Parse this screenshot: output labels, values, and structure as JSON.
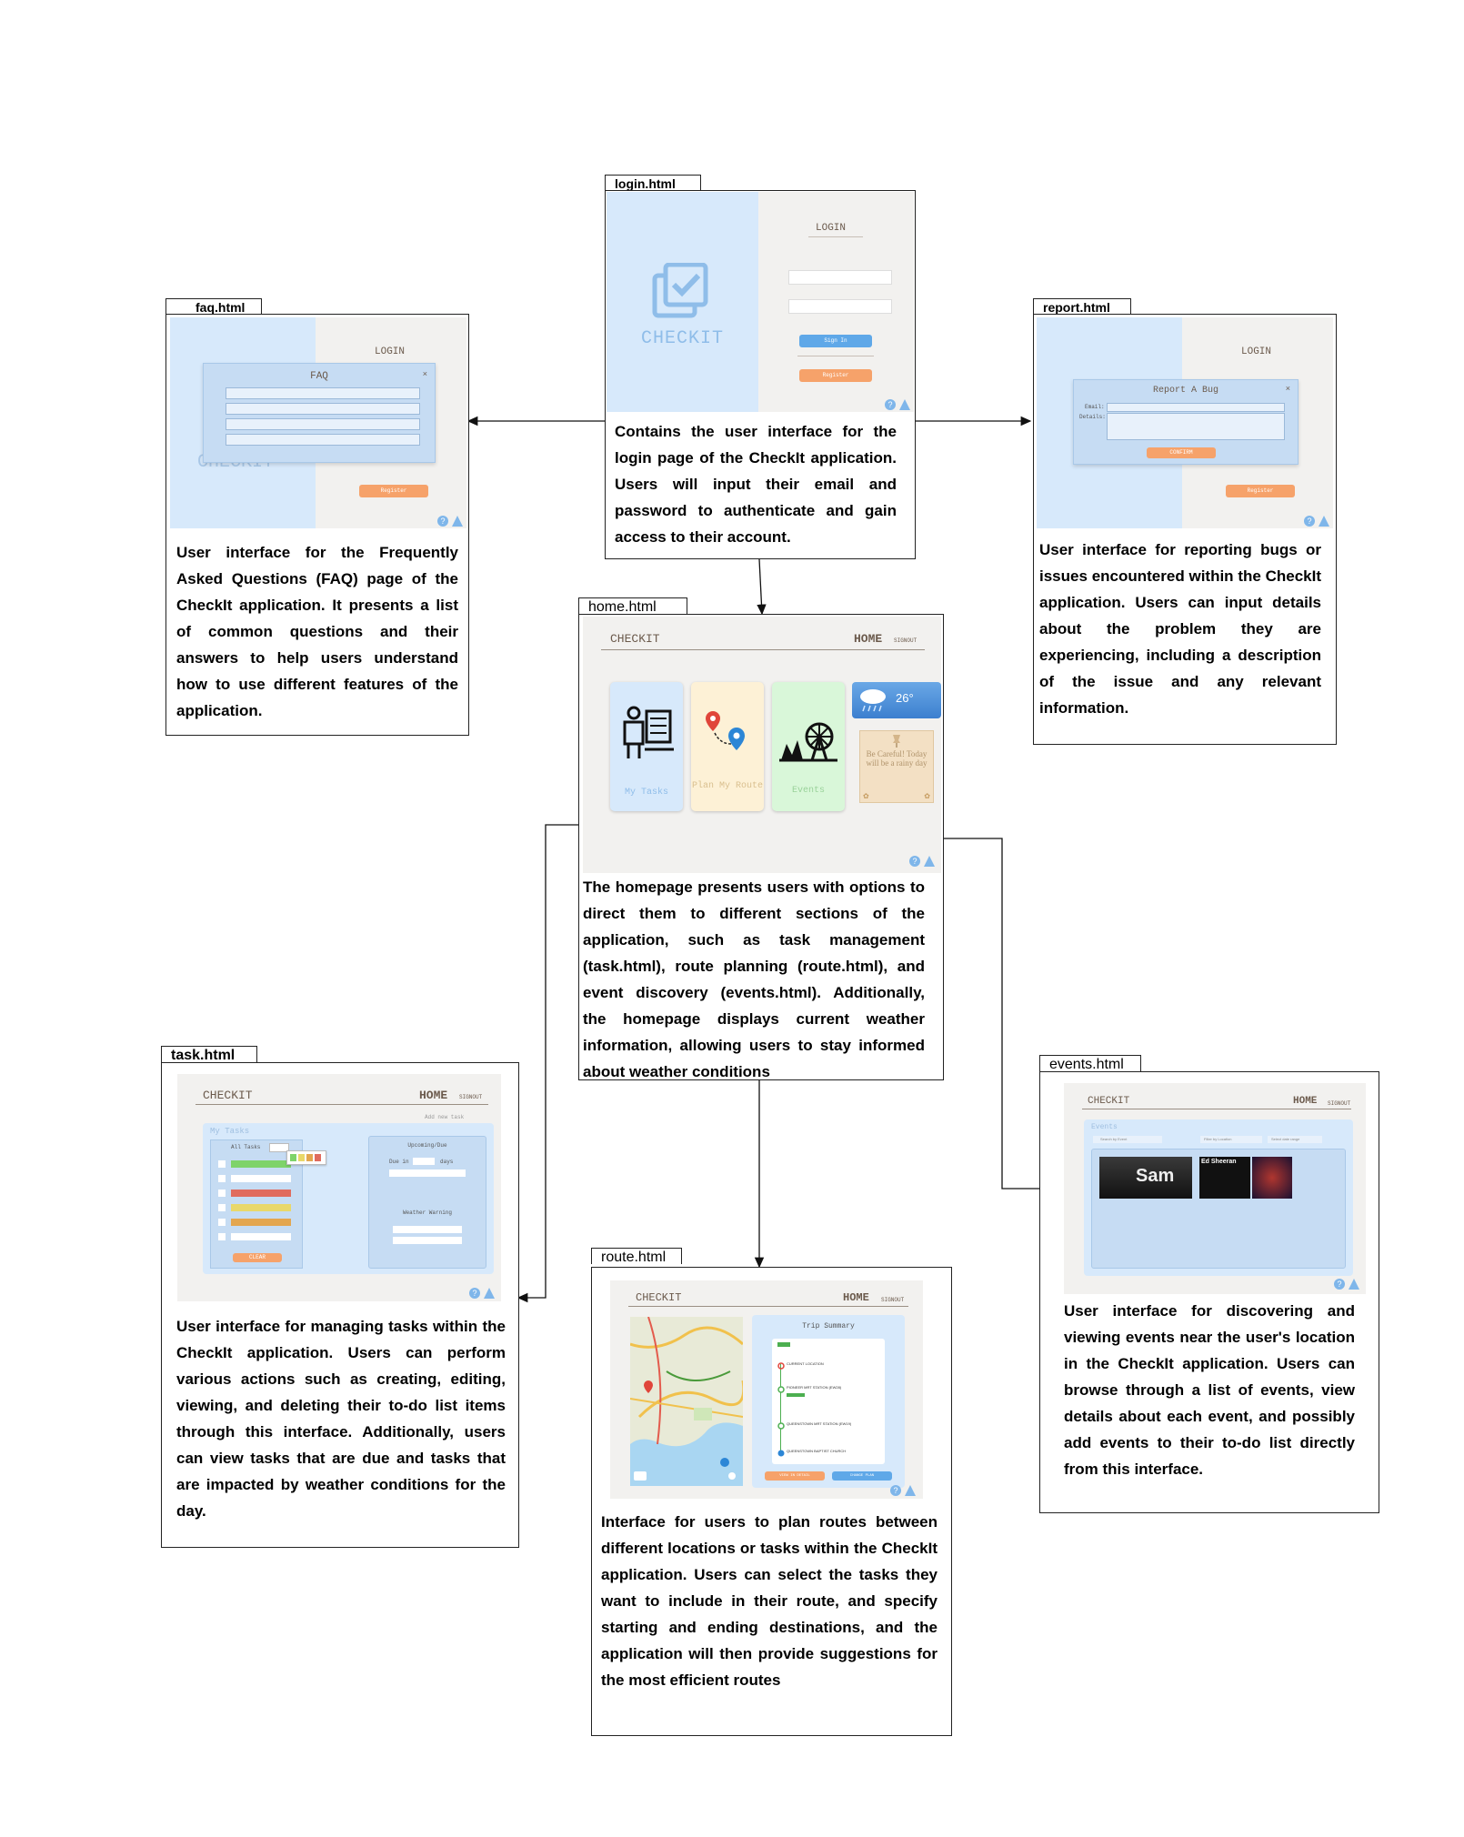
{
  "login": {
    "tab": "login.html",
    "desc": "Contains the user interface for the login page of the CheckIt application. Users will input their email and password to authenticate and gain access to their account.",
    "brand": "CHECKIT",
    "form_title": "LOGIN",
    "sign_in": "Sign In",
    "register": "Register"
  },
  "faq": {
    "tab": "faq.html",
    "desc": "User interface for the Frequently Asked Questions (FAQ) page of the CheckIt application. It presents a list of common questions and their answers to help users understand how to use different features of the application.",
    "modal_title": "FAQ",
    "bg_title": "LOGIN",
    "bg_brand": "CHECKIT",
    "register": "Register"
  },
  "report": {
    "tab": "report.html",
    "desc": "User interface for reporting bugs or issues encountered within the CheckIt application. Users can input details about the problem they are experiencing, including a description of the issue and any relevant information.",
    "modal_title": "Report A Bug",
    "email_label": "Email:",
    "details_label": "Details:",
    "confirm": "CONFIRM",
    "bg_title": "LOGIN",
    "register": "Register"
  },
  "home": {
    "tab": "home.html",
    "desc": "The homepage presents users with options to direct them to different sections of the application, such as task management (task.html), route planning (route.html), and event discovery (events.html). Additionally, the homepage displays current weather information, allowing users to stay informed about weather conditions",
    "logo": "CHECKIT",
    "nav_home": "HOME",
    "nav_signout": "SIGNOUT",
    "card_tasks": "My Tasks",
    "card_route": "Plan My Route",
    "card_events": "Events",
    "weather_temp": "26°",
    "note_text": "Be Careful! Today will be a rainy day"
  },
  "task": {
    "tab": "task.html",
    "desc": "User interface for managing tasks within the CheckIt application. Users can perform various actions such as creating, editing, viewing, and deleting their to-do list items through this interface. Additionally, users can view tasks that are due and tasks that are impacted by weather conditions for the day.",
    "logo": "CHECKIT",
    "nav_home": "HOME",
    "nav_signout": "SIGNOUT",
    "panel_title": "My Tasks",
    "filter": "All Tasks",
    "upcoming": "Upcoming/Due",
    "due_in": "Due in",
    "days": "days",
    "weather_warning": "Weather Warning",
    "clear": "CLEAR",
    "add_task": "Add new task"
  },
  "route": {
    "tab": "route.html",
    "desc": "Interface for users to plan routes between different locations or tasks within the CheckIt application. Users can select the tasks they want to include in their route, and specify starting and ending destinations, and the application will then provide suggestions for the most efficient routes",
    "logo": "CHECKIT",
    "nav_home": "HOME",
    "nav_signout": "SIGNOUT",
    "summary_title": "Trip Summary",
    "stop1": "CURRENT LOCATION",
    "stop2": "PIONEER MRT STATION (EW28)",
    "stop3": "QUEENSTOWN MRT STATION (EW19)",
    "stop4": "QUEENSTOWN BAPTIST CHURCH",
    "view_detail": "VIEW IN DETAIL",
    "change_plan": "CHANGE PLAN"
  },
  "events": {
    "tab": "events.html",
    "desc": "User interface for discovering and viewing events near the user's location in the CheckIt application. Users can browse through a list of events, view details about each event, and possibly add events to their to-do list directly from this interface.",
    "logo": "CHECKIT",
    "nav_home": "HOME",
    "nav_signout": "SIGNOUT",
    "panel_title": "Events",
    "search": "Search by Event",
    "filter": "Filter by Location",
    "date": "Select date range",
    "poster1": "Sam",
    "poster2": "Ed Sheeran"
  },
  "colors": {
    "light_blue": "#d7e9fb",
    "orange": "#f6a26a",
    "blue_button": "#5fa8e8",
    "beige": "#f2f1ef",
    "brown_text": "#6b5a4c"
  }
}
